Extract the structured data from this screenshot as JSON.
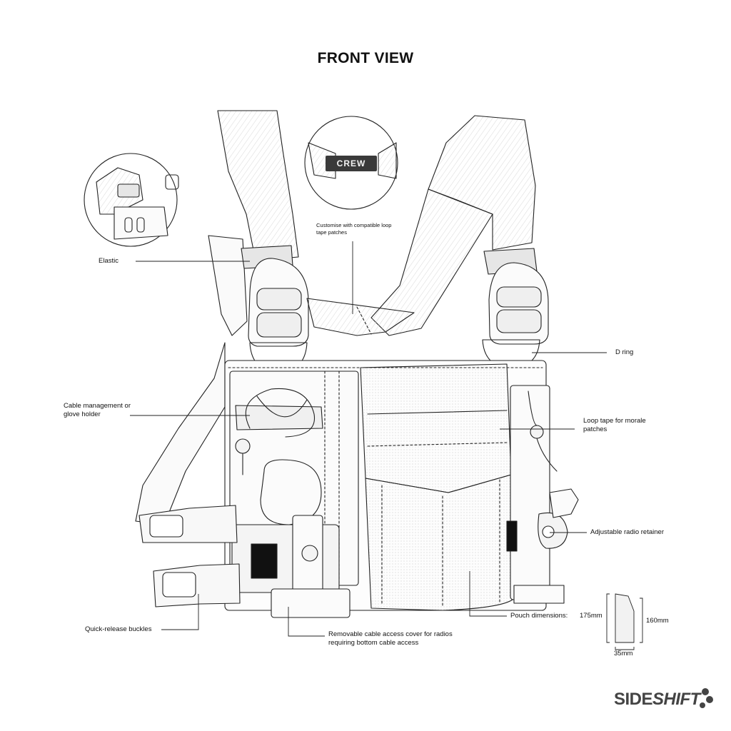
{
  "title": "FRONT VIEW",
  "labels": {
    "elastic": "Elastic",
    "customise": "Customise with compatible loop tape patches",
    "d_ring": "D ring",
    "cable_mgmt": "Cable management or glove holder",
    "loop_tape": "Loop tape for morale patches",
    "radio_retainer": "Adjustable radio retainer",
    "pouch_dims": "Pouch dimensions:",
    "quick_release": "Quick-release buckles",
    "cable_cover": "Removable cable access cover for radios requiring bottom cable access"
  },
  "patch_text": "CREW",
  "dimensions": {
    "height_left": "175mm",
    "height_right": "160mm",
    "width": "35mm"
  },
  "logo": {
    "side": "SIDE",
    "shift": "SHIFT"
  },
  "colors": {
    "line": "#222222",
    "strap_fill": "#f6f6f6",
    "dark_patch": "#3a3a3a",
    "elastic_fill": "#e6e6e6",
    "logo": "#444444"
  }
}
